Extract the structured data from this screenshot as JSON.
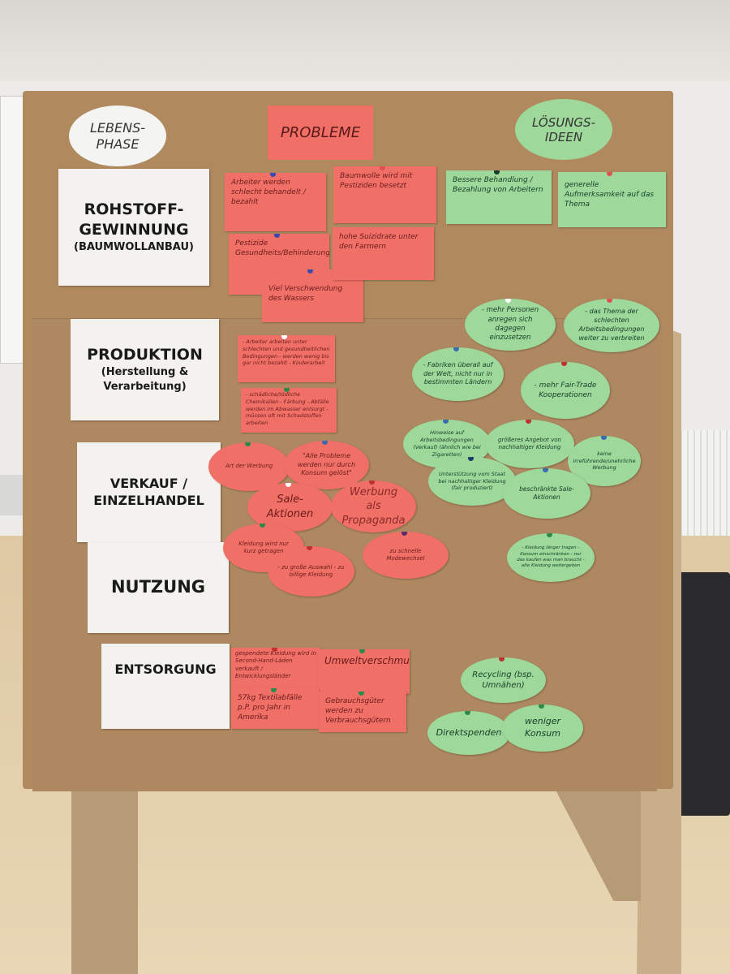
{
  "headers": {
    "phase": "LEBENS-PHASE",
    "problems": "PROBLEME",
    "solutions": "LÖSUNGS-IDEEN"
  },
  "categories": [
    {
      "title": "ROHSTOFF-GEWINNUNG",
      "subtitle": "(BAUMWOLLANBAU)"
    },
    {
      "title": "PRODUKTION",
      "subtitle": "(Herstellung & Verarbeitung)"
    },
    {
      "title": "VERKAUF / EINZELHANDEL",
      "subtitle": ""
    },
    {
      "title": "NUTZUNG",
      "subtitle": ""
    },
    {
      "title": "ENTSORGUNG",
      "subtitle": ""
    }
  ],
  "problems": {
    "rohstoff": [
      "Arbeiter werden schlecht behandelt / bezahlt",
      "Baumwolle wird mit Pestiziden besetzt",
      "Pestizide Gesundheits/Behinderungen",
      "Viel Verschwendung des Wassers",
      "hohe Suizidrate unter den Farmern"
    ],
    "produktion": [
      "- Arbeiter arbeiten unter schlechten und gesundheitlichen Bedingungen - werden wenig bis gar nicht bezahlt - Kinderarbeit",
      "- schädliche/tödliche Chemikalien - Färbung - Abfälle werden im Abwasser entsorgt - müssen oft mit Schadstoffen arbeiten"
    ],
    "verkauf": [
      "Art der Werbung",
      "\"Alle Probleme werden nur durch Konsum gelöst\"",
      "Sale-Aktionen",
      "Werbung als Propaganda"
    ],
    "nutzung": [
      "Kleidung wird nur kurz getragen",
      "- zu große Auswahl - zu billige Kleidung",
      "zu schnelle Modewechsel"
    ],
    "entsorgung": [
      "gespendete Kleidung wird in Second-Hand-Läden verkauft / Entwicklungsländer",
      "Umweltverschmutzung",
      "57kg Textilabfälle p.P. pro Jahr in Amerika",
      "Gebrauchsgüter werden zu Verbrauchsgütern"
    ]
  },
  "solutions": {
    "rohstoff": [
      "Bessere Behandlung / Bezahlung von Arbeitern",
      "generelle Aufmerksamkeit auf das Thema"
    ],
    "produktion": [
      "- mehr Personen anregen sich dagegen einzusetzen",
      "- das Thema der schlechten Arbeitsbedingungen weiter zu verbreiten",
      "- Fabriken überall auf der Welt, nicht nur in bestimmten Ländern",
      "- mehr Fair-Trade Kooperationen"
    ],
    "verkauf": [
      "Hinweise auf Arbeitsbedingungen (Verkauf) (ähnlich wie bei Zigaretten)",
      "größeres Angebot von nachhaltiger Kleidung",
      "keine irreführende/unehrliche Werbung",
      "Unterstützung vom Staat bei nachhaltiger Kleidung (fair produziert)",
      "beschränkte Sale-Aktionen"
    ],
    "nutzung": [
      "- Kleidung länger tragen - Konsum einschränken - nur das kaufen was man braucht - alte Kleidung weitergeben"
    ],
    "entsorgung": [
      "Recycling (bsp. Umnähen)",
      "Direktspenden",
      "weniger Konsum"
    ]
  },
  "colors": {
    "problem": "#f07067",
    "solution": "#9ed89a",
    "board": "#b0895f",
    "card": "#f3f2ef"
  }
}
